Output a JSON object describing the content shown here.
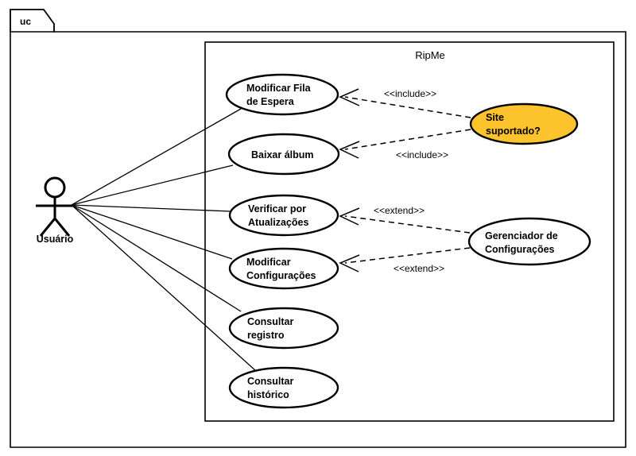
{
  "frame": {
    "label": "uc"
  },
  "system": {
    "title": "RipMe"
  },
  "actor": {
    "name": "Usuário",
    "icon": "stick-figure-actor"
  },
  "use_cases": [
    {
      "id": "modificar-fila",
      "lines": [
        "Modificar Fila",
        "de Espera"
      ],
      "fill": "#ffffff"
    },
    {
      "id": "baixar-album",
      "lines": [
        "Baixar álbum"
      ],
      "fill": "#ffffff"
    },
    {
      "id": "verificar-atualizacoes",
      "lines": [
        "Verificar por",
        "Atualizações"
      ],
      "fill": "#ffffff"
    },
    {
      "id": "modificar-configuracoes",
      "lines": [
        "Modificar",
        "Configurações"
      ],
      "fill": "#ffffff"
    },
    {
      "id": "consultar-registro",
      "lines": [
        "Consultar",
        "registro"
      ],
      "fill": "#ffffff"
    },
    {
      "id": "consultar-historico",
      "lines": [
        "Consultar",
        "histórico"
      ],
      "fill": "#ffffff"
    }
  ],
  "external_nodes": [
    {
      "id": "site-suportado",
      "lines": [
        "Site",
        "suportado?"
      ],
      "fill": "#fcc32c"
    },
    {
      "id": "gerenciador-configuracoes",
      "lines": [
        "Gerenciador de",
        "Configurações"
      ],
      "fill": "#ffffff"
    }
  ],
  "relationships": [
    {
      "id": "include-1",
      "label": "<<include>>",
      "from": "site-suportado",
      "to": "modificar-fila",
      "type": "include"
    },
    {
      "id": "include-2",
      "label": "<<include>>",
      "from": "site-suportado",
      "to": "baixar-album",
      "type": "include"
    },
    {
      "id": "extend-1",
      "label": "<<extend>>",
      "from": "gerenciador-configuracoes",
      "to": "verificar-atualizacoes",
      "type": "extend"
    },
    {
      "id": "extend-2",
      "label": "<<extend>>",
      "from": "gerenciador-configuracoes",
      "to": "modificar-configuracoes",
      "type": "extend"
    }
  ],
  "colors": {
    "highlight": "#fcc32c",
    "stroke": "#000000",
    "background": "#ffffff"
  }
}
